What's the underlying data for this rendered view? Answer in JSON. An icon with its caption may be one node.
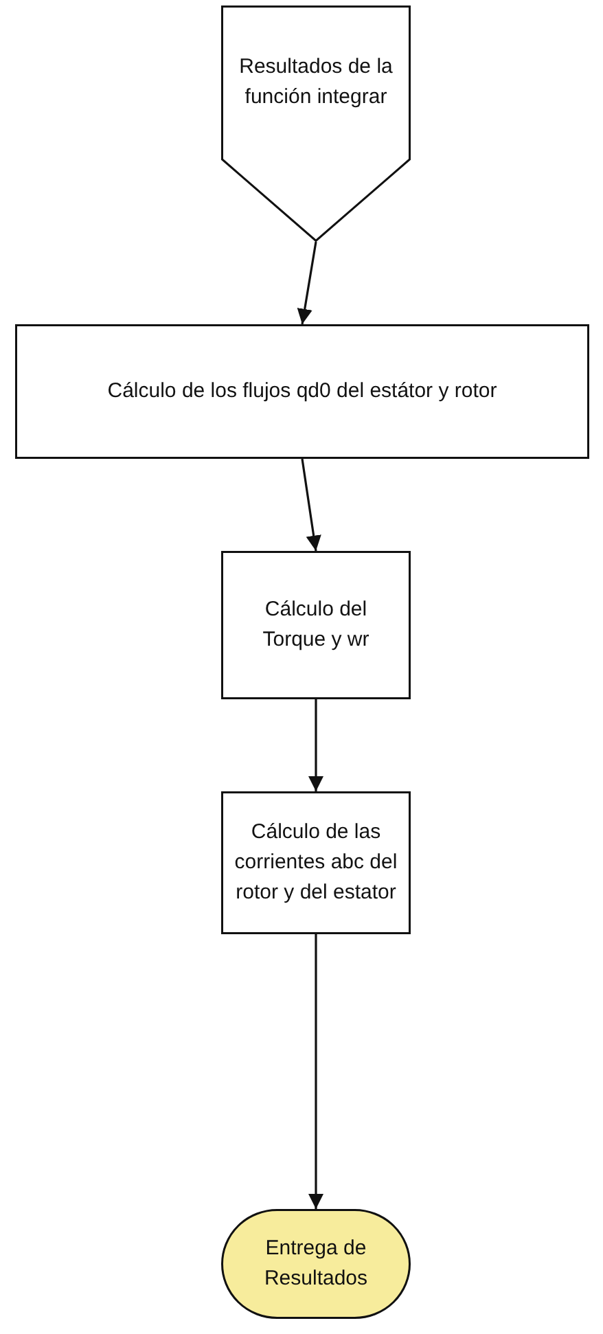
{
  "diagram": {
    "nodes": [
      {
        "text": [
          "Resultados de la función integrar"
        ]
      },
      {
        "text": [
          "Cálculo de los flujos qd0 del estátor y rotor"
        ]
      },
      {
        "text": [
          "Cálculo del Torque y wr"
        ]
      },
      {
        "text": [
          "Cálculo de las corrientes abc del rotor y del estator"
        ]
      },
      {
        "text": [
          "Entrega de Resultados"
        ]
      }
    ],
    "edges": [
      {
        "from": 0,
        "to": 1,
        "arrow": "to"
      },
      {
        "from": 1,
        "to": 2,
        "arrow": "to"
      },
      {
        "from": 2,
        "to": 3,
        "arrow": "to"
      },
      {
        "from": 3,
        "to": 4,
        "arrow": "to"
      }
    ]
  }
}
